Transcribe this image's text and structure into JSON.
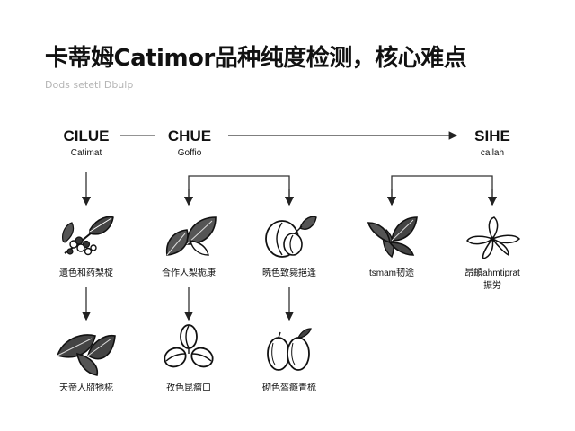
{
  "header": {
    "title": "卡蒂姆Catimor品种纯度检测，核心难点",
    "subtitle": "Dods setetl Dbulp"
  },
  "groups": [
    {
      "code": "CILUE",
      "sub": "Catimat"
    },
    {
      "code": "CHUE",
      "sub": "Goffio"
    },
    {
      "code": "SIHE",
      "sub": "callah"
    }
  ],
  "nodes_row1": [
    {
      "label": "遺色和药梨椗",
      "icon": "coffee-cherry-branch-icon"
    },
    {
      "label": "合作人梨栀康",
      "icon": "leaf-pair-icon"
    },
    {
      "label": "暁色致毙挹逢",
      "icon": "coffee-bean-leaf-icon"
    },
    {
      "label": "tsmam韧途",
      "icon": "leaf-cluster-icon"
    },
    {
      "label": "昂頔ahmtiprat\n振労",
      "icon": "flower-icon"
    }
  ],
  "nodes_row2": [
    {
      "label": "天帝人牊牠椛",
      "icon": "large-leaf-icon"
    },
    {
      "label": "孜色昆瘤口",
      "icon": "coffee-seed-icon"
    },
    {
      "label": "砌色盔瘾青梳",
      "icon": "fruit-pair-icon"
    }
  ]
}
